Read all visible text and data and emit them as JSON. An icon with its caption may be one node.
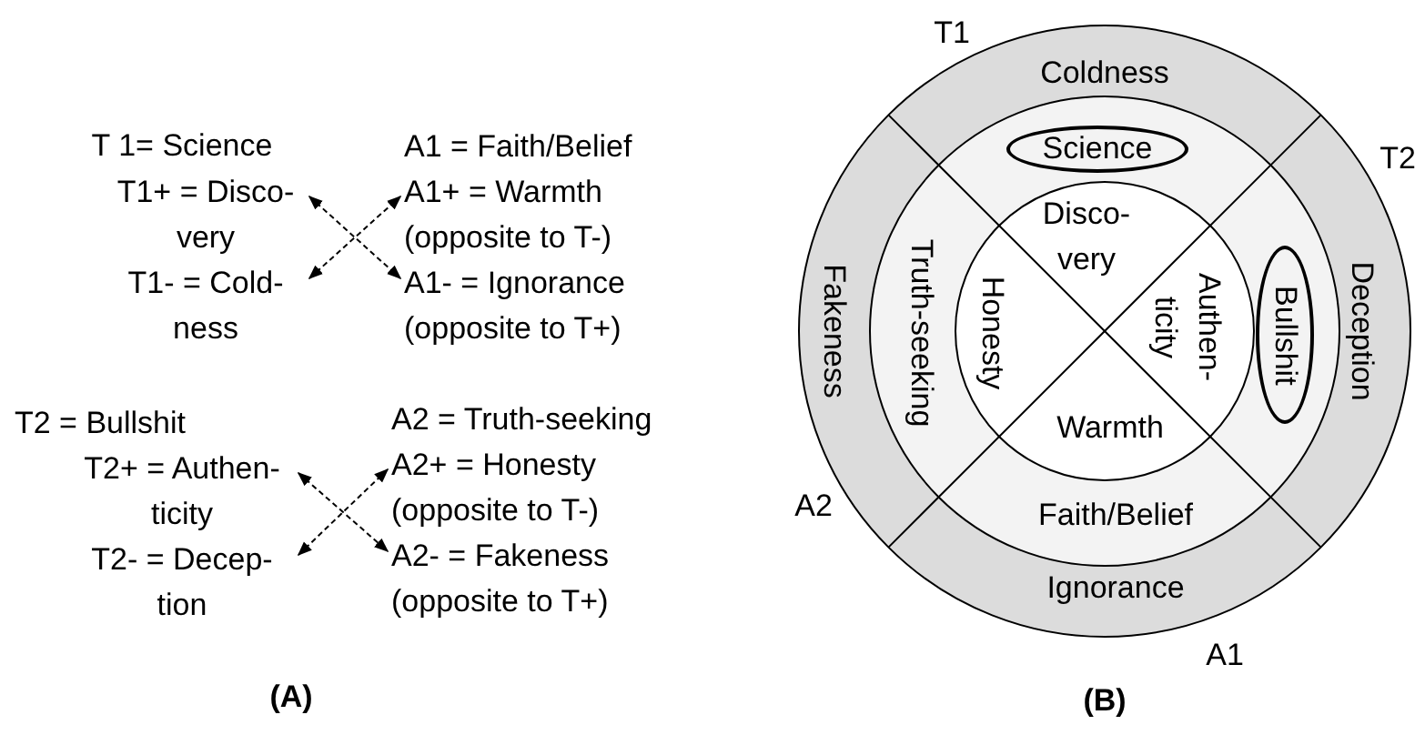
{
  "diagram": {
    "nodes": [
      {
        "text": [
          "T1+ = Disco- very"
        ]
      },
      {
        "text": [
          "T1- = Cold- ness"
        ]
      },
      {
        "text": [
          "A1+ = Warmth (opposite to T-)"
        ]
      },
      {
        "text": [
          "A1- = Ignorance (opposite to T+)"
        ]
      },
      {
        "text": [
          "T2+ = Authen- ticity"
        ]
      },
      {
        "text": [
          "T2- = Decep- tion"
        ]
      },
      {
        "text": [
          "A2+ = Honesty (opposite to T-)"
        ]
      },
      {
        "text": [
          "A2- = Fakeness (opposite to T+)"
        ]
      },
      {
        "text": [
          "Science"
        ]
      },
      {
        "text": [
          "Bullshit"
        ]
      }
    ],
    "edges": [
      {
        "from": 0,
        "to": 3,
        "arrow": "both",
        "style": "dashed"
      },
      {
        "from": 1,
        "to": 2,
        "arrow": "both",
        "style": "dashed"
      },
      {
        "from": 4,
        "to": 7,
        "arrow": "both",
        "style": "dashed"
      },
      {
        "from": 5,
        "to": 6,
        "arrow": "both",
        "style": "dashed"
      }
    ],
    "labels": [
      "T 1= Science",
      "A1 = Faith/Belief",
      "T2 = Bullshit",
      "A2 = Truth-seeking",
      "(A)",
      "T1",
      "Coldness",
      "T2",
      "Fakeness",
      "Truth-seeking",
      "Disco- very",
      "Honesty",
      "Authen- ticity",
      "Warmth",
      "Deception",
      "A2",
      "Faith/Belief",
      "Ignorance",
      "A1",
      "(B)"
    ]
  }
}
